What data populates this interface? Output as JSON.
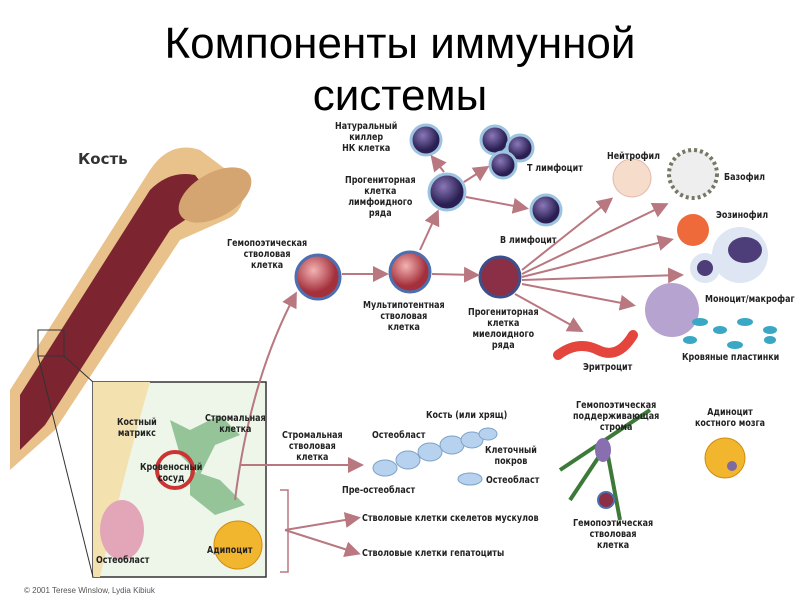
{
  "title_line1": "Компоненты иммунной",
  "title_line2": "системы",
  "bone_label": "Кость",
  "labels": {
    "nk": "Натуральный\nкиллер\nНК клетка",
    "t_lymph": "Т лимфоцит",
    "lymph_prog": "Прогениторная\nклетка\nлимфоидного\nряда",
    "b_lymph": "В лимфоцит",
    "hsc": "Гемопоэтическая\nстволовая\nклетка",
    "multipotent": "Мультипотентная\nстволовая\nклетка",
    "myeloid_prog": "Прогениторная\nклетка\nмиелоидного\nряда",
    "neutrophil": "Нейтрофил",
    "basophil": "Базофил",
    "eosinophil": "Эозинофил",
    "monocyte": "Моноцит/макрофаг",
    "platelets": "Кровяные пластинки",
    "erythrocyte": "Эритроцит",
    "bone_matrix": "Костный\nматрикс",
    "stromal_cell": "Стромальная\nклетка",
    "blood_vessel": "Кровеносный\nсосуд",
    "osteoblast_inset": "Остеобласт",
    "adipocyte_inset": "Адипоцит",
    "stromal_stem": "Стромальная\nстволовая\nклетка",
    "bone_cartilage": "Кость (или хрящ)",
    "osteoblast1": "Остеобласт",
    "cell_lining": "Клеточный\nпокров",
    "osteoblast2": "Остеобласт",
    "pre_osteoblast": "Пре-остеобласт",
    "hema_stroma": "Гемопоэтическая\nподдерживающая\nстрома",
    "hsc2": "Гемопоэтическая\nстволовая\nклетка",
    "adipocyte_marrow": "Адиноцит\nкостного мозга",
    "muscle_stem": "Стволовые клетки скелетов мускулов",
    "hepatocyte_stem": "Стволовые клетки гепатоциты"
  },
  "credit": "© 2001 Terese Winslow, Lydia Kibiuk"
}
